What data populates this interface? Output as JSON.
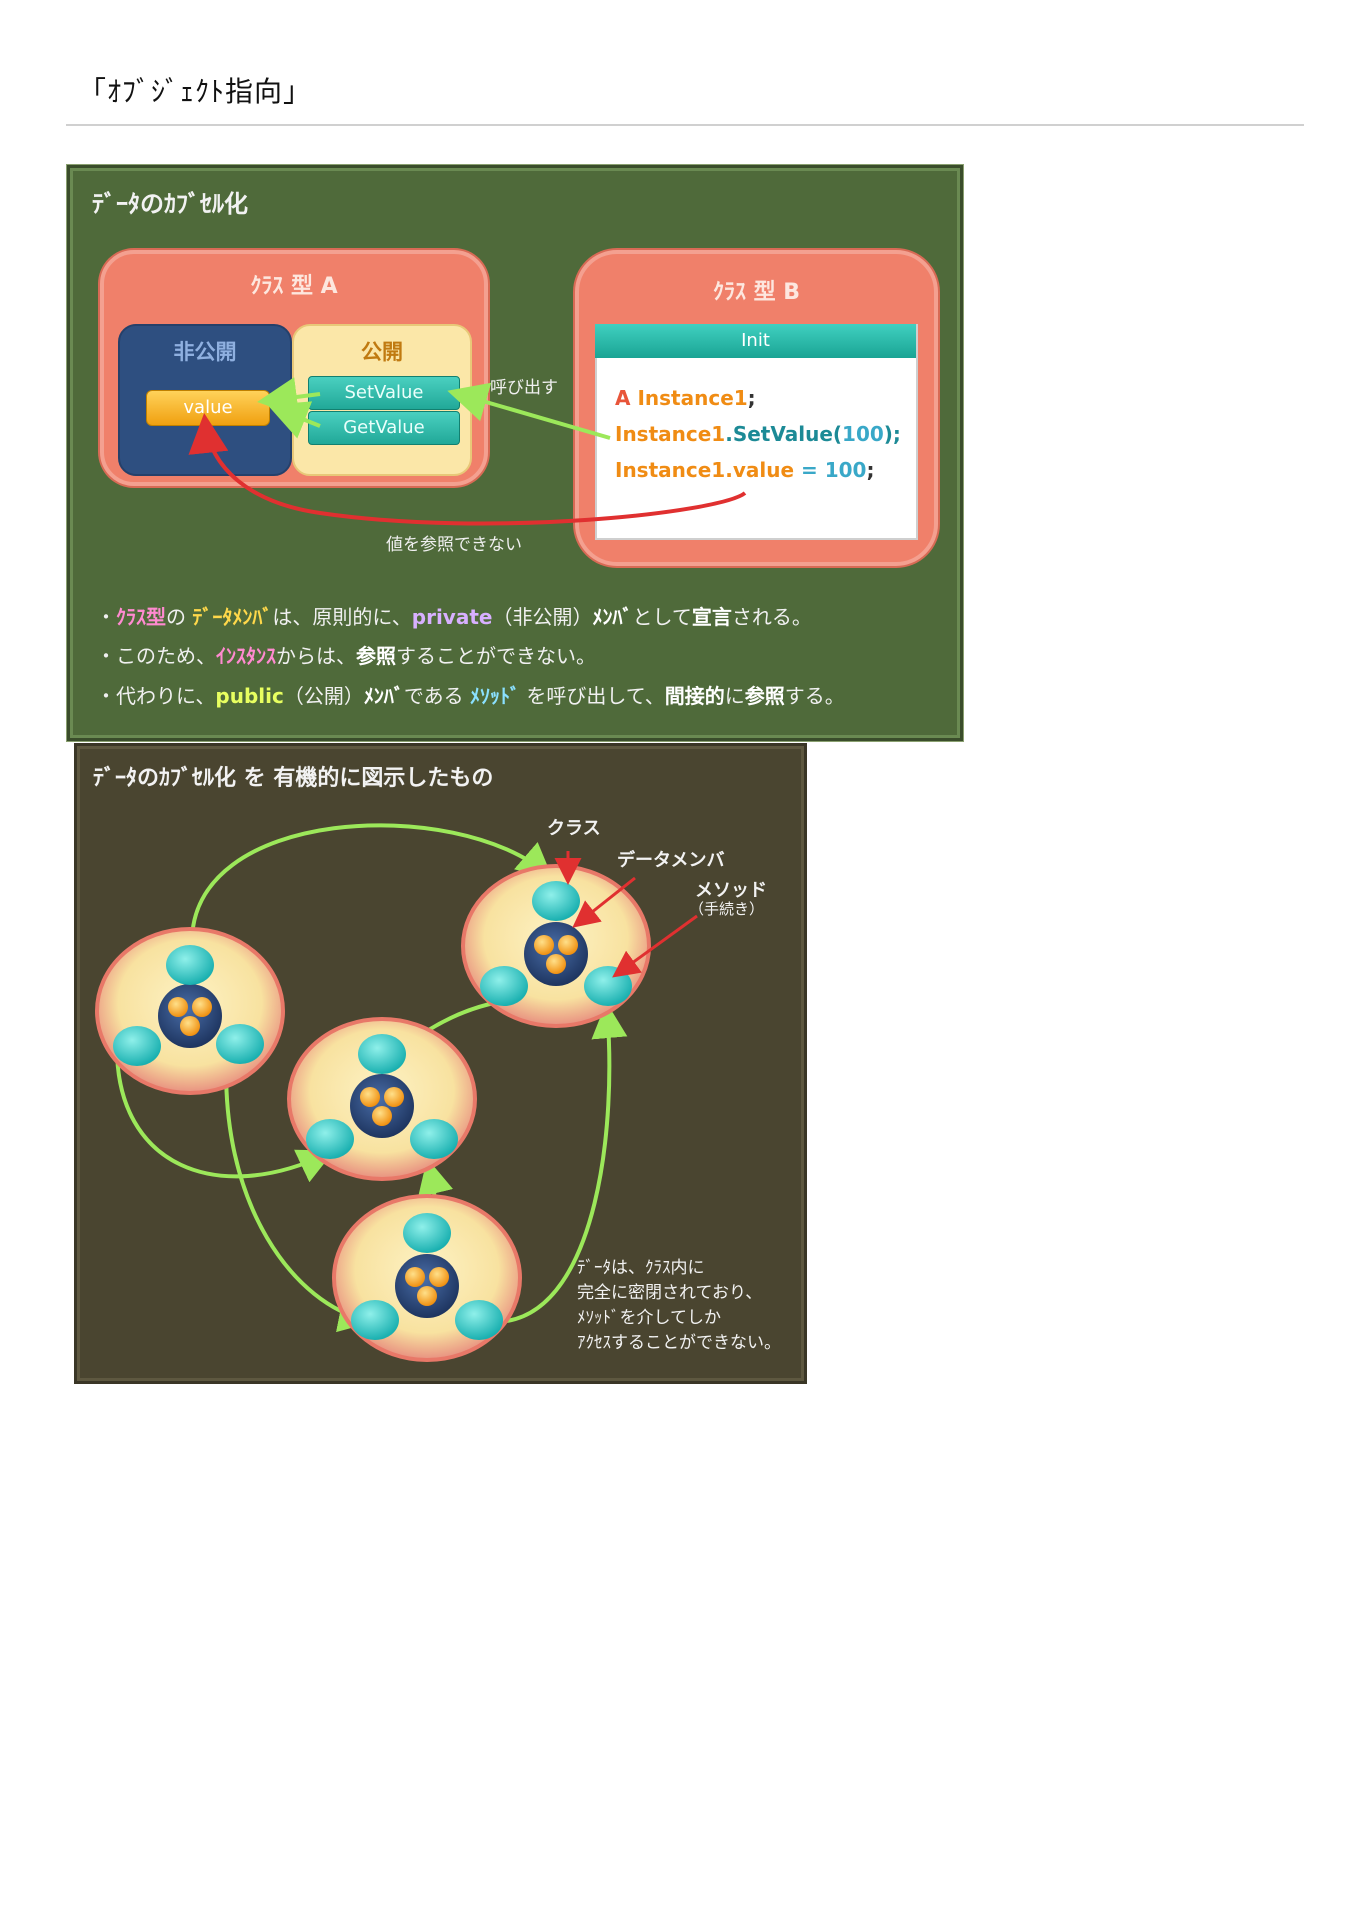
{
  "page": {
    "title": "「ｵﾌﾞｼﾞｪｸﾄ指向」"
  },
  "slide1": {
    "title": "ﾃﾞｰﾀのｶﾌﾞｾﾙ化",
    "class_a": {
      "label": "ｸﾗｽ 型 A",
      "private_label": "非公開",
      "value_label": "value",
      "public_label": "公開",
      "setvalue_label": "SetValue",
      "getvalue_label": "GetValue"
    },
    "call_label": "呼び出す",
    "no_reference_label": "値を参照できない",
    "class_b": {
      "label": "ｸﾗｽ 型 B",
      "init_label": "Init",
      "code": {
        "l1_type": "A",
        "l1_name": "Instance1",
        "l1_end": ";",
        "l2_obj": "Instance1",
        "l2_method": ".SetValue(",
        "l2_arg": "100",
        "l2_end": ");",
        "l3_obj": "Instance1",
        "l3_member": ".value",
        "l3_eq": " = ",
        "l3_val": "100",
        "l3_end": ";"
      }
    },
    "bullets": {
      "b1": {
        "p1": "・",
        "k1": "ｸﾗｽ型",
        "p2": "の ",
        "k2": "ﾃﾞｰﾀﾒﾝﾊﾞ",
        "p3": "は、原則的に、",
        "k3": "private",
        "p4": "（非公開）",
        "k4": "ﾒﾝﾊﾞ",
        "p5": "として",
        "k5": "宣言",
        "p6": "される。"
      },
      "b2": {
        "p1": "・このため、",
        "k1": "ｲﾝｽﾀﾝｽ",
        "p2": "からは、",
        "k2": "参照",
        "p3": "することができない。"
      },
      "b3": {
        "p1": "・代わりに、",
        "k1": "public",
        "p2": "（公開）",
        "k2": "ﾒﾝﾊﾞ",
        "p3": "である ",
        "k3": "ﾒｿｯﾄﾞ",
        "p4": " を呼び出して、",
        "k4": "間接的",
        "p5": "に",
        "k5": "参照",
        "p6": "する。"
      }
    }
  },
  "slide2": {
    "title": "ﾃﾞｰﾀのｶﾌﾞｾﾙ化 を 有機的に図示したもの",
    "label_class": "クラス",
    "label_member": "データメンバ",
    "label_method": "メソッド",
    "label_method_sub": "（手続き）",
    "note_lines": [
      "ﾃﾞｰﾀは、ｸﾗｽ内に",
      "完全に密閉されており、",
      "ﾒｿｯﾄﾞを介してしか",
      "ｱｸｾｽすることができない。"
    ]
  },
  "colors": {
    "slide1_bg": "#4f6a3a",
    "slide2_bg": "#4a4530",
    "class_salmon": "#f0806a",
    "private_blue": "#2e4f80",
    "public_cream": "#fbe7a8",
    "method_teal": "#21a898",
    "value_orange": "#f0a010",
    "arrow_green": "#9ce85a",
    "arrow_red": "#e03030"
  },
  "icons": [
    "class-cell-icon",
    "data-member-icon",
    "method-icon"
  ]
}
